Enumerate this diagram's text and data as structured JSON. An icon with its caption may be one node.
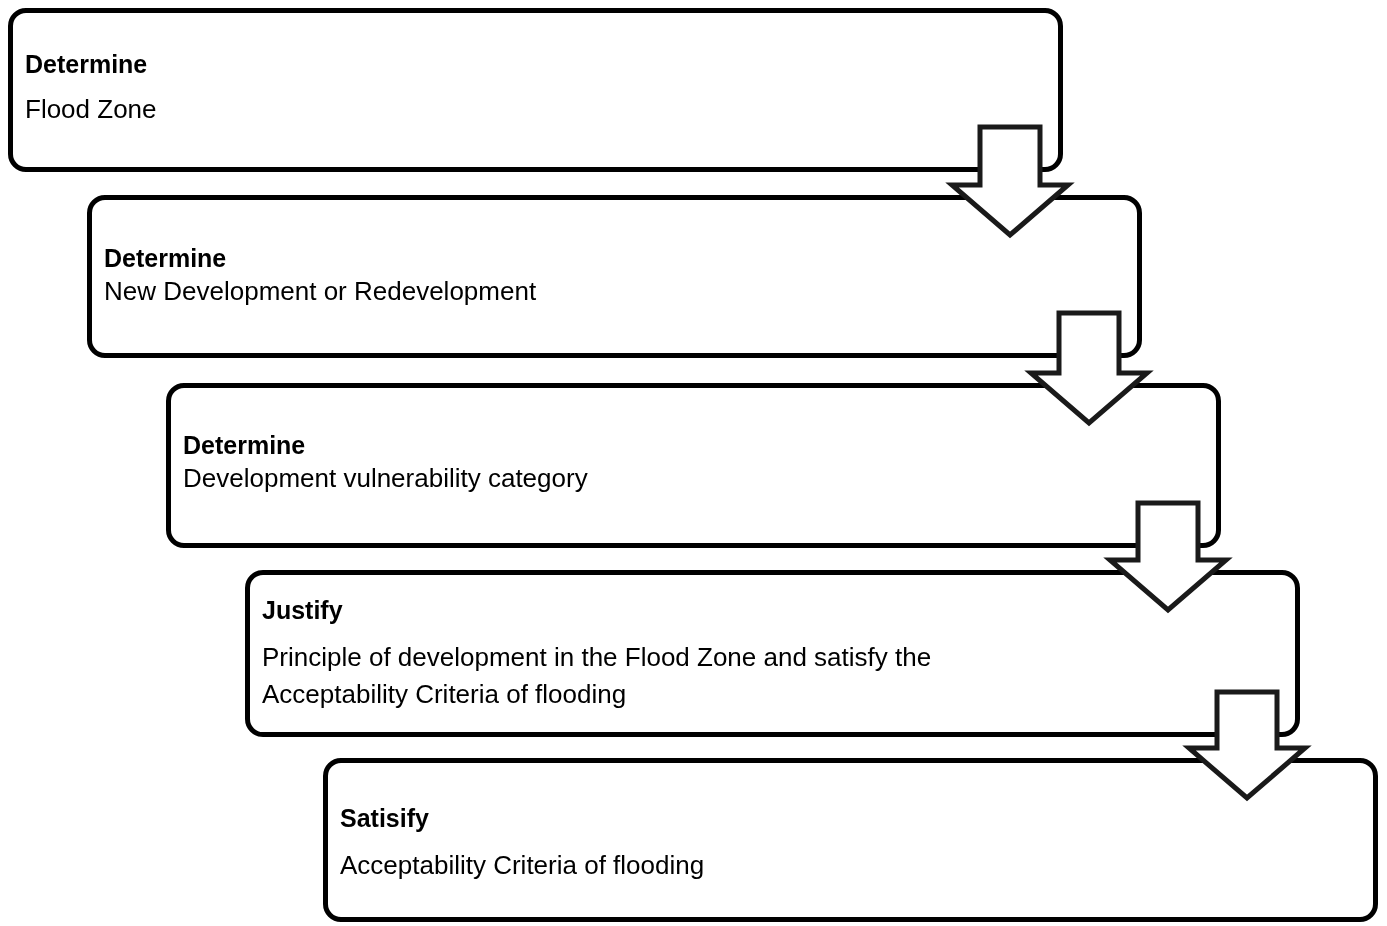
{
  "diagram": {
    "nodes": [
      {
        "text": [
          "Determine",
          "Flood Zone"
        ]
      },
      {
        "text": [
          "Determine",
          "New Development or Redevelopment"
        ]
      },
      {
        "text": [
          "Determine",
          "Development vulnerability category"
        ]
      },
      {
        "text": [
          "Justify",
          "Principle of development in the Flood Zone and satisfy the Acceptability Criteria of flooding"
        ]
      },
      {
        "text": [
          "Satisify",
          "Acceptability Criteria of flooding"
        ]
      }
    ],
    "edges": [
      {
        "from": 0,
        "to": 1,
        "arrow": "to"
      },
      {
        "from": 1,
        "to": 2,
        "arrow": "to"
      },
      {
        "from": 2,
        "to": 3,
        "arrow": "to"
      },
      {
        "from": 3,
        "to": 4,
        "arrow": "to"
      }
    ]
  }
}
